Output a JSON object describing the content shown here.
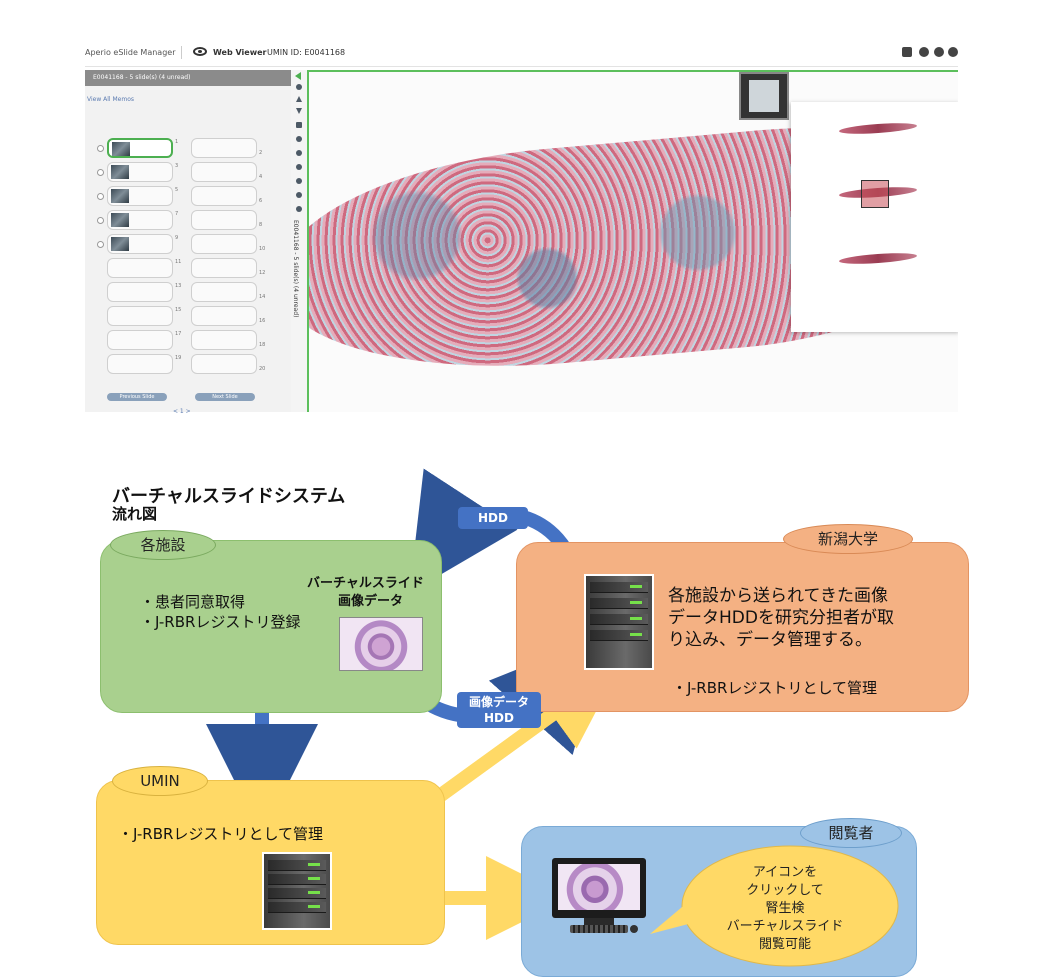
{
  "viewer": {
    "app_name": "Aperio eSlide Manager",
    "web_viewer_label": "Web Viewer",
    "umin_id": "UMIN ID: E0041168",
    "left_panel_header": "E0041168 - 5 slide(s) (4 unread)",
    "view_all_label": "View All Memos",
    "side_label": "E0041168 - 5 slide(s) (4 unread)",
    "slot_numbers": [
      "1",
      "2",
      "3",
      "4",
      "5",
      "6",
      "7",
      "8",
      "9",
      "10",
      "11",
      "12",
      "13",
      "14",
      "15",
      "16",
      "17",
      "18",
      "19",
      "20"
    ],
    "prev_button": "Previous Slide",
    "next_button": "Next Slide",
    "pager": "< 1 >"
  },
  "diagram": {
    "title_line1": "バーチャルスライドシステム",
    "title_line2": "流れ図",
    "facility": {
      "tag": "各施設",
      "bullets": [
        "・患者同意取得",
        "・J-RBRレジストリ登録"
      ],
      "vs_label_line1": "バーチャルスライド",
      "vs_label_line2": "画像データ"
    },
    "niigata": {
      "tag": "新潟大学",
      "lines": [
        "各施設から送られてきた画像",
        "データHDDを研究分担者が取",
        "り込み、データ管理する。"
      ],
      "bullet": "・J-RBRレジストリとして管理"
    },
    "umin": {
      "tag": "UMIN",
      "bullet": "・J-RBRレジストリとして管理"
    },
    "viewer_group": {
      "tag": "閲覧者",
      "bubble_lines": [
        "アイコンを",
        "クリックして",
        "腎生検",
        "バーチャルスライド",
        "閲覧可能"
      ]
    },
    "hdd_top": "HDD",
    "hdd_bottom_line1": "画像データ",
    "hdd_bottom_line2": "HDD",
    "colors": {
      "green": "#a9d08e",
      "orange": "#f4b183",
      "yellow": "#ffd966",
      "blue": "#9dc3e6",
      "arrow_blue": "#4472c4",
      "arrow_yellow": "#ffd966"
    }
  }
}
